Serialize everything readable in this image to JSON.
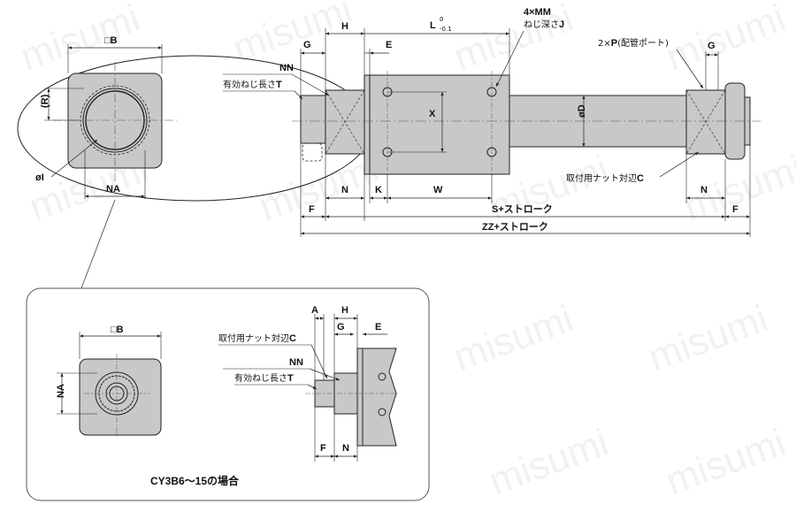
{
  "watermark": "misumi",
  "labels": {
    "square_b": "□B",
    "r": "(R)",
    "phi_i": "øI",
    "na": "NA",
    "g": "G",
    "h": "H",
    "e": "E",
    "l": "L",
    "l_tol_upper": "0",
    "l_tol_lower": "-0.1",
    "mm_prefix": "4×",
    "mm": "MM",
    "depth_text": "ねじ深さ",
    "depth_j": "J",
    "p_prefix": "2×",
    "p": "P",
    "p_note": "(配管ポート)",
    "g_right": "G",
    "nn": "NN",
    "thread_len_text": "有効ねじ長さ",
    "t": "T",
    "x": "X",
    "phi_d": "øD",
    "nut_text": "取付用ナット対辺",
    "c": "C",
    "n_left": "N",
    "k": "K",
    "w": "W",
    "n_right": "N",
    "f_left": "F",
    "s_stroke": "S+ストローク",
    "f_right": "F",
    "zz_stroke": "ZZ+ストローク"
  },
  "detail": {
    "square_b": "□B",
    "na": "NA",
    "a": "A",
    "h": "H",
    "g": "G",
    "e": "E",
    "nut_text": "取付用ナット対辺",
    "c": "C",
    "nn": "NN",
    "thread_len_text": "有効ねじ長さ",
    "t": "T",
    "f": "F",
    "n": "N",
    "caption": "CY3B6～15の場合"
  },
  "colors": {
    "body_fill": "#c8c8c8",
    "line": "#222222",
    "detail_border": "#555555"
  }
}
